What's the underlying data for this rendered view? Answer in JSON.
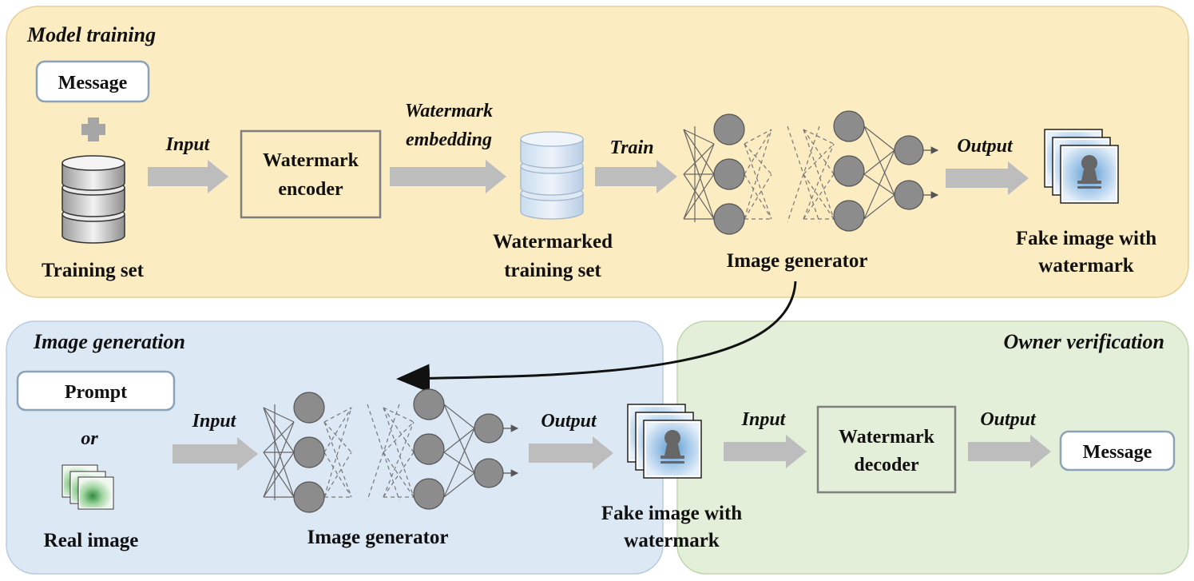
{
  "sections": {
    "model_training": {
      "title": "Model training",
      "message": "Message",
      "training_set": "Training set",
      "input_label": "Input",
      "encoder_line1": "Watermark",
      "encoder_line2": "encoder",
      "embedding_line1": "Watermark",
      "embedding_line2": "embedding",
      "watermarked_line1": "Watermarked",
      "watermarked_line2": "training set",
      "train_label": "Train",
      "generator_label": "Image generator",
      "output_label": "Output",
      "fake_line1": "Fake image with",
      "fake_line2": "watermark"
    },
    "image_generation": {
      "title": "Image generation",
      "prompt": "Prompt",
      "or": "or",
      "real_image": "Real image",
      "input_label": "Input",
      "generator_label": "Image generator",
      "output_label": "Output",
      "fake_line1": "Fake image with",
      "fake_line2": "watermark"
    },
    "owner_verification": {
      "title": "Owner verification",
      "input_label": "Input",
      "decoder_line1": "Watermark",
      "decoder_line2": "decoder",
      "output_label": "Output",
      "message": "Message"
    }
  },
  "colors": {
    "training_bg": "#fbecc2",
    "generation_bg": "#dde8f5",
    "verification_bg": "#e4efd9",
    "arrow_gray": "#bdbdbd",
    "node_gray": "#8c8c8c",
    "box_border": "#7f7f7f"
  },
  "icons": {
    "plus": "plus-icon",
    "database": "database-icon",
    "watermarked_database": "watermarked-database-icon",
    "neural_network": "neural-network-icon",
    "fake_image_stack": "fake-image-stack-icon",
    "real_image_stack": "real-image-stack-icon"
  }
}
